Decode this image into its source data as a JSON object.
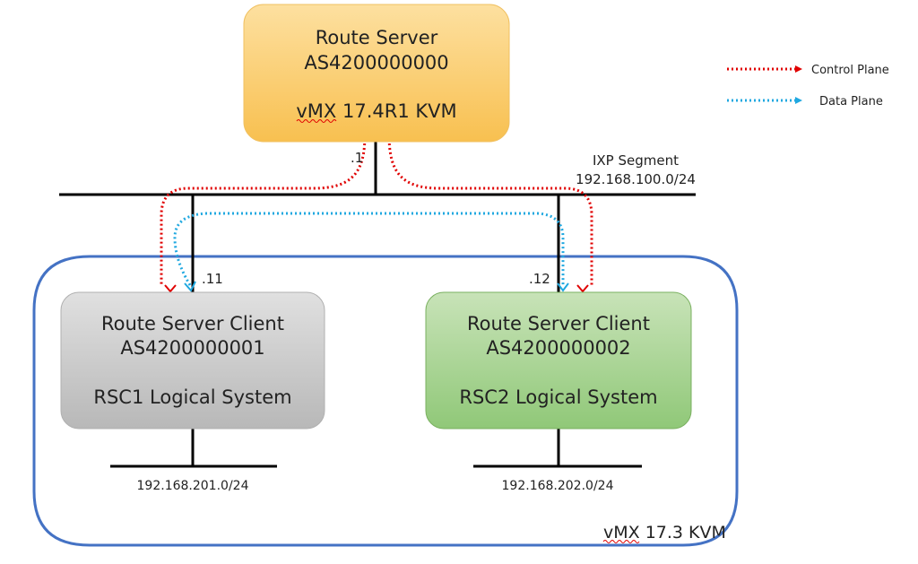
{
  "route_server": {
    "line1": "Route Server",
    "line2": "AS4200000000",
    "line3": "vMX 17.4R1 KVM"
  },
  "client1": {
    "line1": "Route Server Client",
    "line2": "AS4200000001",
    "line3": "RSC1 Logical System",
    "addr": ".11",
    "subnet": "192.168.201.0/24"
  },
  "client2": {
    "line1": "Route Server Client",
    "line2": "AS4200000002",
    "line3": "RSC2 Logical System",
    "addr": ".12",
    "subnet": "192.168.202.0/24"
  },
  "ixp": {
    "label": "IXP Segment",
    "subnet": "192.168.100.0/24",
    "rs_addr": ".1"
  },
  "host_label": "vMX 17.3 KVM",
  "legend": {
    "control": "Control Plane",
    "data": "Data Plane"
  },
  "colors": {
    "control": "#e00000",
    "data": "#20a8e0",
    "host_border": "#4472c4",
    "rs_fill_top": "#fde0a0",
    "rs_fill_bottom": "#f8c050",
    "rsc1_fill_top": "#e0e0e0",
    "rsc1_fill_bottom": "#b8b8b8",
    "rsc2_fill_top": "#c8e3b8",
    "rsc2_fill_bottom": "#90c878"
  }
}
